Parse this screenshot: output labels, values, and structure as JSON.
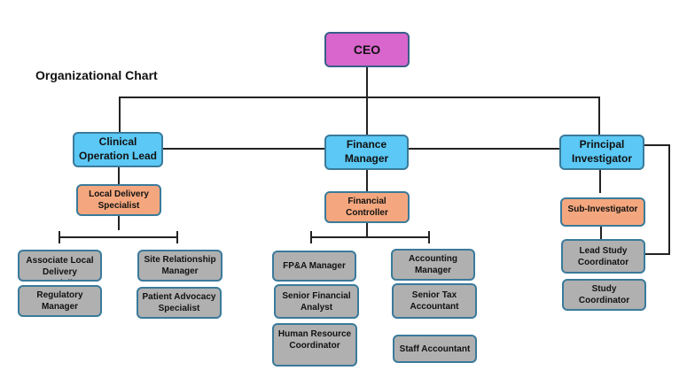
{
  "title": "Organizational Chart",
  "colors": {
    "ceo": "#d966cc",
    "lead": "#5bc8f5",
    "mid": "#f4a77e",
    "staff": "#b0b0b0",
    "border": "#3a7a9a"
  },
  "ceo": "CEO",
  "clinical": {
    "lead": "Clinical Operation Lead",
    "mid": "Local Delivery Specialist",
    "staff": [
      "Associate Local Delivery Specialist",
      "Site Relationship Manager",
      "Regulatory Manager",
      "Patient Advocacy Specialist"
    ]
  },
  "finance": {
    "lead": "Finance Manager",
    "mid": "Financial Controller",
    "staff": [
      "FP&A Manager",
      "Accounting Manager",
      "Senior Financial Analyst",
      "Senior Tax Accountant",
      "Human Resource Coordinator",
      "Staff Accountant"
    ]
  },
  "pi": {
    "lead": "Principal Investigator",
    "mid": "Sub-Investigator",
    "staff": [
      "Lead Study Coordinator",
      "Study Coordinator"
    ]
  }
}
